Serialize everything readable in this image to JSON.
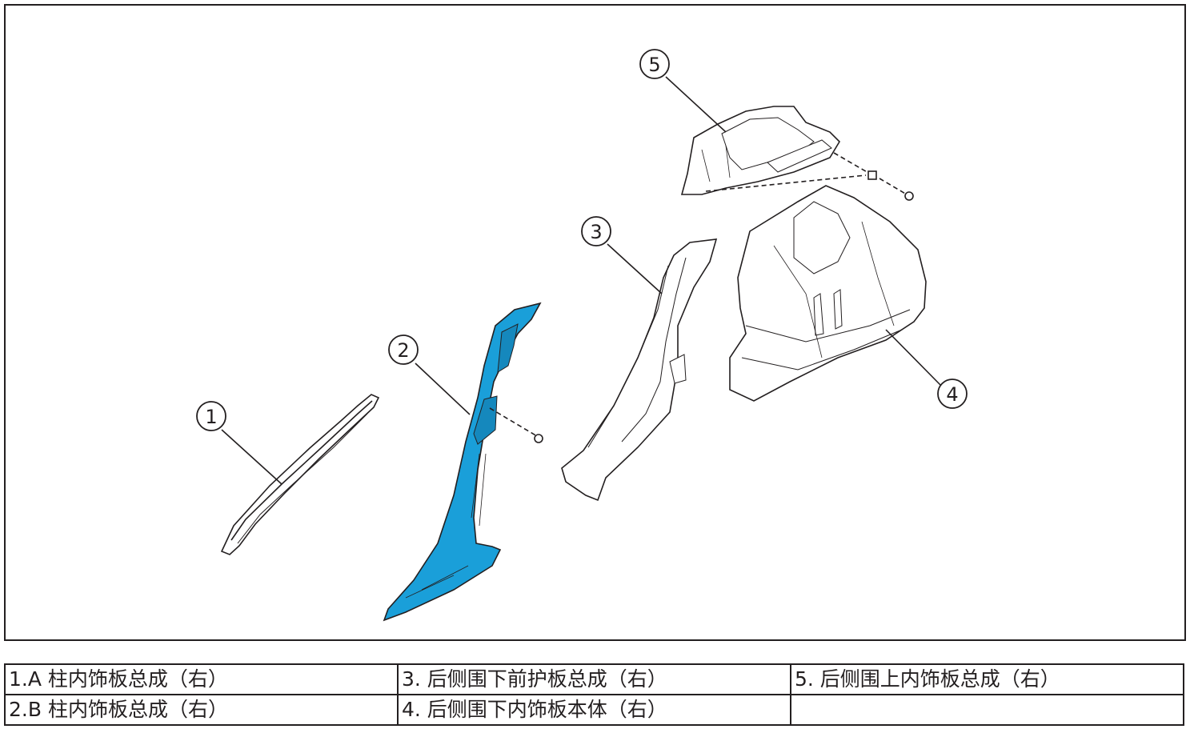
{
  "diagram": {
    "callouts": [
      {
        "number": "1"
      },
      {
        "number": "2"
      },
      {
        "number": "3"
      },
      {
        "number": "4"
      },
      {
        "number": "5"
      }
    ],
    "colors": {
      "outline": "#231f20",
      "highlight_part": "#1a9fd9",
      "part_fill": "#ffffff"
    }
  },
  "legend": {
    "rows": [
      [
        "1.A 柱内饰板总成（右）",
        "3. 后侧围下前护板总成（右）",
        "5. 后侧围上内饰板总成（右）"
      ],
      [
        "2.B 柱内饰板总成（右）",
        "4. 后侧围下内饰板本体（右）",
        ""
      ]
    ]
  }
}
